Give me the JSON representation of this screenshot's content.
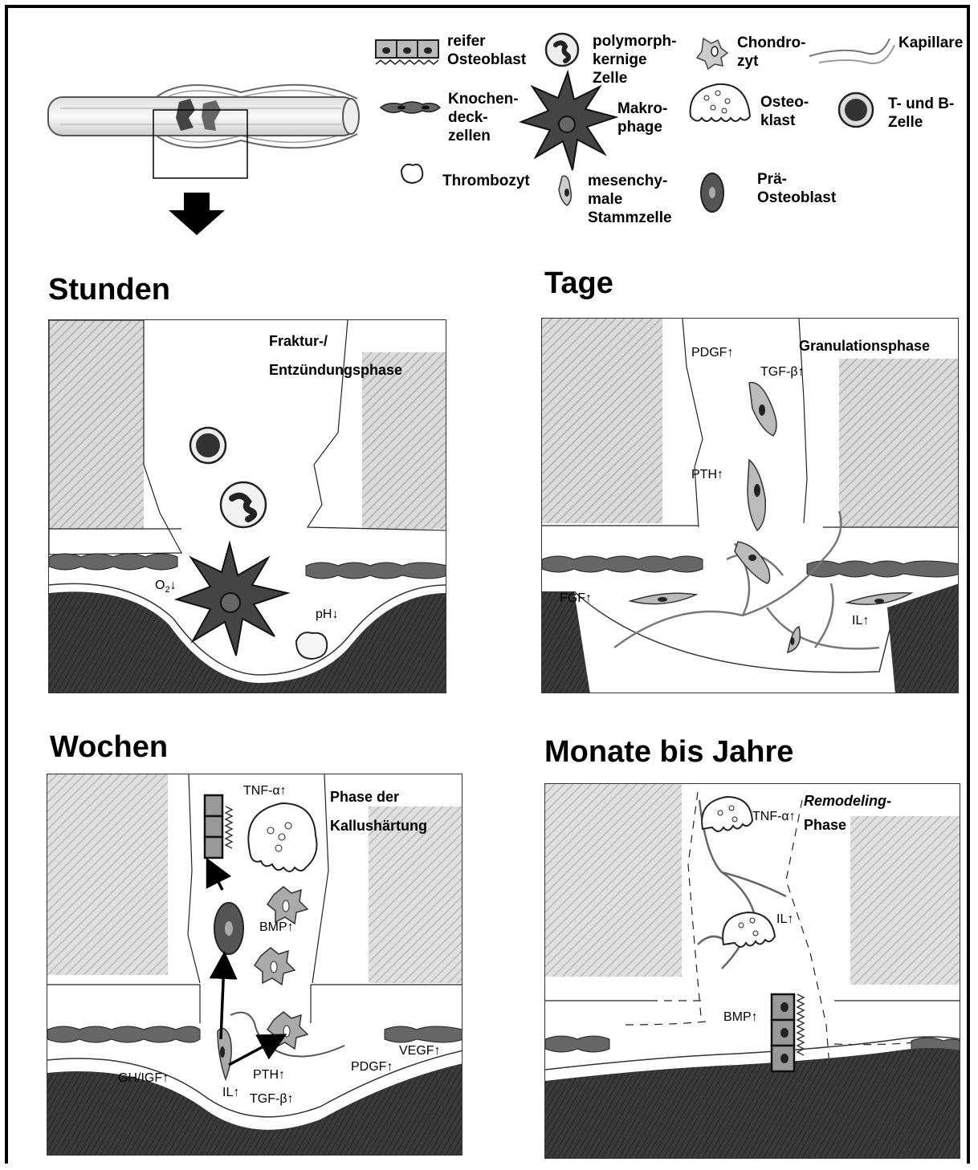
{
  "legend": {
    "mature_osteoblast": "reifer\nOsteoblast",
    "polymorph_cell": "polymorph-\nkernige\nZelle",
    "chondrocyte": "Chondro-\nzyt",
    "capillary": "Kapillare",
    "bone_lining_cells": "Knochen-\ndeck-\nzellen",
    "macrophage": "Makro-\nphage",
    "osteoclast": "Osteo-\nklast",
    "t_b_cell": "T- und B-\nZelle",
    "thrombocyte": "Thrombozyt",
    "mesenchymal_stem_cell": "mesenchy-\nmale\nStammzelle",
    "pre_osteoblast": "Prä-\nOsteoblast"
  },
  "panels": {
    "hours": {
      "title": "Stunden",
      "phase": "Fraktur-/\nEntzündungsphase",
      "o2": "O",
      "o2_sub": "2",
      "o2_arrow": "↓",
      "ph": "pH↓"
    },
    "days": {
      "title": "Tage",
      "phase": "Granulationsphase",
      "pdgf": "PDGF↑",
      "tgf": "TGF-β↑",
      "pth": "PTH↑",
      "fgf": "FGF↑",
      "il": "IL↑"
    },
    "weeks": {
      "title": "Wochen",
      "phase": "Phase der\nKallushärtung",
      "tnf": "TNF-α↑",
      "bmp": "BMP↑",
      "pdgf": "PDGF↑",
      "vegf": "VEGF↑",
      "gh": "GH/IGF↑",
      "il": "IL↑",
      "pth": "PTH↑",
      "tgf": "TGF-β↑"
    },
    "months": {
      "title": "Monate bis Jahre",
      "phase_italic": "Remodeling",
      "phase_rest": "-",
      "phase_line2": "Phase",
      "tnf": "TNF-α↑",
      "il": "IL↑",
      "bmp": "BMP↑"
    }
  }
}
